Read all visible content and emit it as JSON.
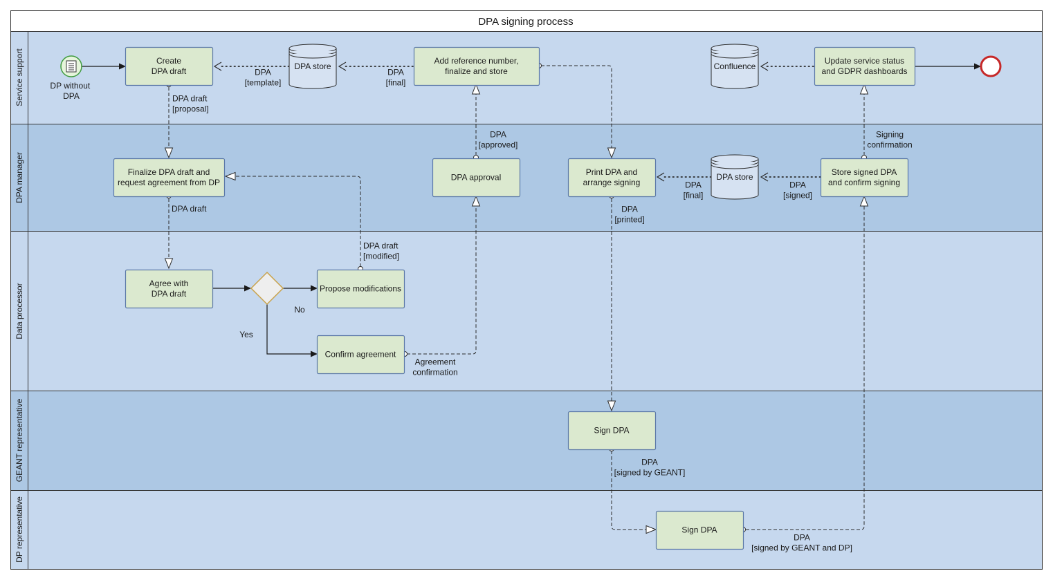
{
  "title": "DPA signing process",
  "lanes": {
    "service_support": "Service support",
    "dpa_manager": "DPA manager",
    "data_processor": "Data processor",
    "geant_rep": "GEANT representative",
    "dp_rep": "DP representative"
  },
  "start_event": {
    "label_line1": "DP without",
    "label_line2": "DPA"
  },
  "tasks": {
    "create_draft": [
      "Create",
      "DPA draft"
    ],
    "add_reference": [
      "Add reference number,",
      "finalize and store"
    ],
    "update_status": [
      "Update service status",
      "and GDPR dashboards"
    ],
    "finalize_draft": [
      "Finalize DPA draft and",
      "request agreement from DP"
    ],
    "dpa_approval": [
      "DPA approval"
    ],
    "print_dpa": [
      "Print DPA and",
      "arrange signing"
    ],
    "store_signed": [
      "Store signed DPA",
      "and confirm signing"
    ],
    "agree_draft": [
      "Agree with",
      "DPA draft"
    ],
    "propose_mod": [
      "Propose modifications"
    ],
    "confirm_agreement": [
      "Confirm agreement"
    ],
    "sign_geant": [
      "Sign DPA"
    ],
    "sign_dp": [
      "Sign DPA"
    ]
  },
  "stores": {
    "store_top": "DPA store",
    "confluence": "Confluence",
    "store_mid": "DPA store"
  },
  "labels": {
    "dpa_template": [
      "DPA",
      "[template]"
    ],
    "dpa_final_top": [
      "DPA",
      "[final]"
    ],
    "dpa_draft_proposal": [
      "DPA draft",
      "[proposal]"
    ],
    "dpa_approved": [
      "DPA",
      "[approved]"
    ],
    "signing_confirmation": [
      "Signing",
      "confirmation"
    ],
    "dpa_final_mid": [
      "DPA",
      "[final]"
    ],
    "dpa_signed": [
      "DPA",
      "[signed]"
    ],
    "dpa_draft": [
      "DPA draft"
    ],
    "dpa_printed": [
      "DPA",
      "[printed]"
    ],
    "dpa_draft_modified": [
      "DPA draft",
      "[modified]"
    ],
    "no": [
      "No"
    ],
    "yes": [
      "Yes"
    ],
    "agreement_confirmation": [
      "Agreement",
      "confirmation"
    ],
    "dpa_signed_geant": [
      "DPA",
      "[signed by GEANT]"
    ],
    "dpa_signed_both": [
      "DPA",
      "[signed by GEANT and DP]"
    ]
  },
  "colors": {
    "lane_light": "#c6d8ee",
    "lane_dark": "#adc8e4",
    "task_fill": "#dbe9cf",
    "task_stroke": "#5b78a8",
    "start_fill": "#e6f5dc",
    "start_stroke": "#3f9b3f",
    "end_stroke": "#c62828",
    "gateway_fill": "#eeeeee",
    "gateway_stroke": "#c9a24a"
  }
}
